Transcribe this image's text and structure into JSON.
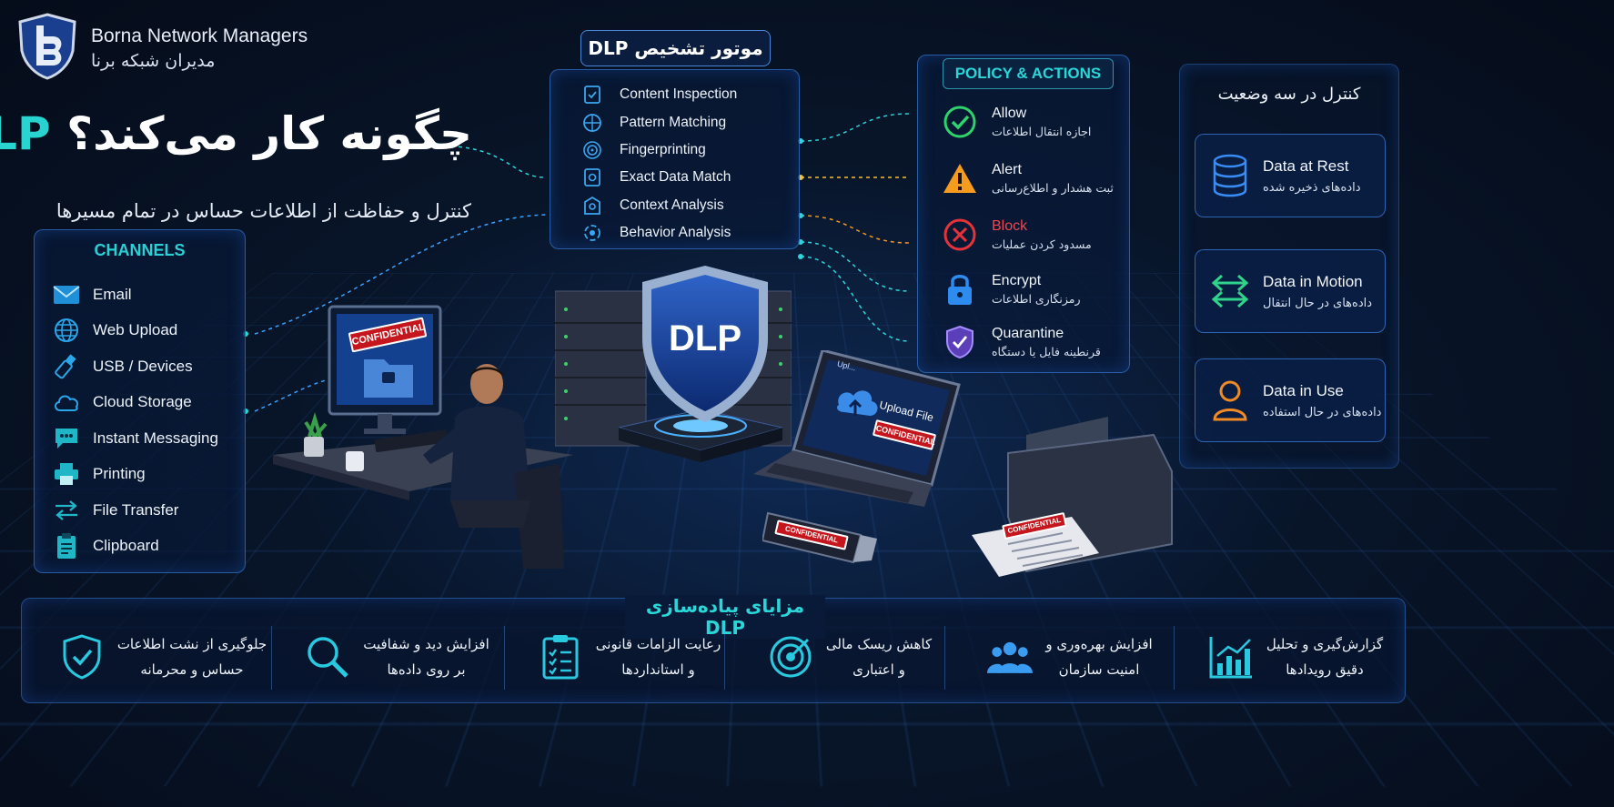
{
  "brand": {
    "name": "Borna Network Managers",
    "name_fa": "مدیران شبکه برنا",
    "logo_letter": "b"
  },
  "title": {
    "accent": "DLP",
    "main": "چگونه کار می‌کند؟",
    "subtitle": "کنترل و حفاظت از اطلاعات حساس در تمام مسیرها"
  },
  "channels": {
    "title": "CHANNELS",
    "items": [
      {
        "label": "Email",
        "icon": "email-icon"
      },
      {
        "label": "Web Upload",
        "icon": "globe-icon"
      },
      {
        "label": "USB / Devices",
        "icon": "usb-icon"
      },
      {
        "label": "Cloud Storage",
        "icon": "cloud-icon"
      },
      {
        "label": "Instant Messaging",
        "icon": "chat-icon"
      },
      {
        "label": "Printing",
        "icon": "printer-icon"
      },
      {
        "label": "File Transfer",
        "icon": "transfer-icon"
      },
      {
        "label": "Clipboard",
        "icon": "clipboard-icon"
      }
    ]
  },
  "engine": {
    "title": "موتور تشخیص DLP",
    "items": [
      {
        "label": "Content Inspection",
        "icon": "inspection-icon"
      },
      {
        "label": "Pattern Matching",
        "icon": "pattern-icon"
      },
      {
        "label": "Fingerprinting",
        "icon": "fingerprint-icon"
      },
      {
        "label": "Exact Data Match",
        "icon": "data-match-icon"
      },
      {
        "label": "Context Analysis",
        "icon": "context-icon"
      },
      {
        "label": "Behavior Analysis",
        "icon": "behavior-icon"
      }
    ]
  },
  "policy": {
    "title": "POLICY & ACTIONS",
    "items": [
      {
        "name": "Allow",
        "desc": "اجازه انتقال اطلاعات",
        "icon": "check-circle-icon",
        "color": "#2fd36b"
      },
      {
        "name": "Alert",
        "desc": "ثبت هشدار و اطلاع‌رسانی",
        "icon": "warning-icon",
        "color": "#f59b1e"
      },
      {
        "name": "Block",
        "desc": "مسدود کردن عملیات",
        "icon": "block-icon",
        "color": "#e8323a"
      },
      {
        "name": "Encrypt",
        "desc": "رمزنگاری اطلاعات",
        "icon": "lock-icon",
        "color": "#2e8cf0"
      },
      {
        "name": "Quarantine",
        "desc": "قرنطینه فایل یا دستگاه",
        "icon": "shield-check-icon",
        "color": "#8a6cf0"
      }
    ]
  },
  "states": {
    "title": "کنترل در سه وضعیت",
    "items": [
      {
        "name": "Data at Rest",
        "fa": "داده‌های ذخیره شده",
        "icon": "database-icon",
        "color": "#3a8cf5"
      },
      {
        "name": "Data in Motion",
        "fa": "داده‌های در حال انتقال",
        "icon": "motion-arrows-icon",
        "color": "#2fd38a"
      },
      {
        "name": "Data in Use",
        "fa": "داده‌های در حال استفاده",
        "icon": "user-icon",
        "color": "#f08a24"
      }
    ]
  },
  "scene": {
    "shield_text": "DLP",
    "monitor_label": "CONFIDENTIAL",
    "laptop_upload": "Upload File",
    "laptop_label": "CONFIDENTIAL",
    "laptop_partial": "Upl...",
    "usb_label": "CONFIDENTIAL",
    "printer_label": "CONFIDENTIAL"
  },
  "benefits": {
    "title": "مزایای پیاده‌سازی DLP",
    "items": [
      {
        "line1": "جلوگیری از نشت اطلاعات",
        "line2": "حساس و محرمانه",
        "icon": "shield-check-icon"
      },
      {
        "line1": "افزایش دید و شفافیت",
        "line2": "بر روی داده‌ها",
        "icon": "magnifier-icon"
      },
      {
        "line1": "رعایت الزامات قانونی",
        "line2": "و استانداردها",
        "icon": "checklist-icon"
      },
      {
        "line1": "کاهش ریسک مالی",
        "line2": "و اعتباری",
        "icon": "target-icon"
      },
      {
        "line1": "افزایش بهره‌وری و",
        "line2": "امنیت سازمان",
        "icon": "team-icon"
      },
      {
        "line1": "گزارش‌گیری و تحلیل",
        "line2": "دقیق رویدادها",
        "icon": "chart-icon"
      }
    ]
  },
  "colors": {
    "accent": "#29d3d0",
    "panel_border": "#4696ff",
    "background": "#081529"
  }
}
